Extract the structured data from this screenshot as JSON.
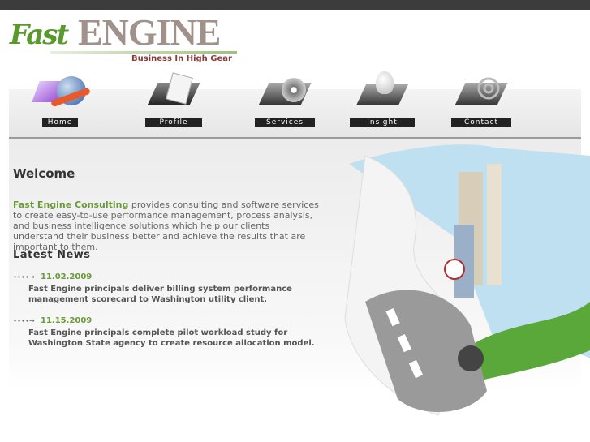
{
  "logo": {
    "fast": "Fast",
    "engine": "ENGINE",
    "tagline": "Business In High Gear"
  },
  "nav": [
    {
      "label": "Home",
      "icon": "globe-folder-icon"
    },
    {
      "label": "Profile",
      "icon": "folder-pen-icon"
    },
    {
      "label": "Services",
      "icon": "folder-cd-icon"
    },
    {
      "label": "Insight",
      "icon": "folder-lightbulb-icon"
    },
    {
      "label": "Contact",
      "icon": "folder-at-icon"
    }
  ],
  "welcome": {
    "title": "Welcome",
    "company": "Fast Engine Consulting",
    "text": " provides consulting and software services to create easy-to-use performance management, process analysis, and business intelligence solutions which help our clients understand their business better and achieve the results that are important to them."
  },
  "news": {
    "title": "Latest News",
    "items": [
      {
        "date": "11.02.2009",
        "text": "Fast Engine principals deliver billing system performance management scorecard to Washington utility client."
      },
      {
        "date": "11.15.2009",
        "text": "Fast Engine principals complete pilot workload study for Washington State agency to create resource allocation model."
      }
    ],
    "arrow": "∙∙∙∙→"
  },
  "colors": {
    "accent": "#6a9a3a",
    "topbar": "#3c3c3c"
  }
}
